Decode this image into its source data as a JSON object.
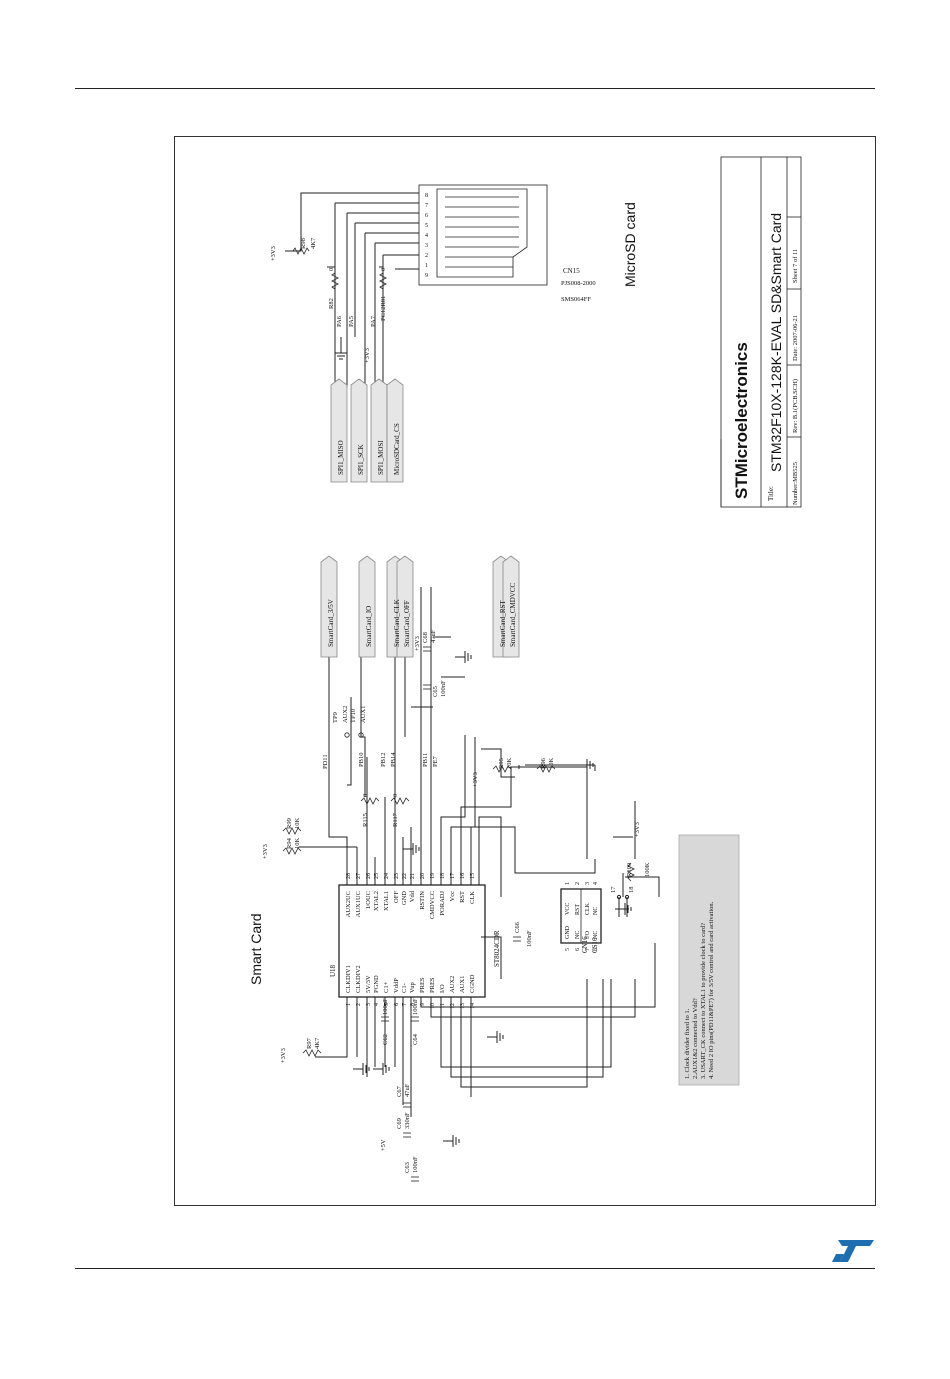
{
  "title_block": {
    "company": "STMicroelectronics",
    "title_label": "Title:",
    "title": "STM32F10X-128K-EVAL SD&Smart Card",
    "number": "Number:MB525",
    "rev": "Rev: B.1(PCB.SCH)",
    "date": "Date: 2007-06-21",
    "sheet": "Sheet 7   of   11"
  },
  "sections": {
    "smart_card": "Smart Card",
    "microsd": "MicroSD card"
  },
  "microsd": {
    "connector_ref": "CN15",
    "connector_part": "PJS008-2000",
    "connector_part2": "SMS064FF",
    "pins": [
      "8",
      "7",
      "6",
      "5",
      "4",
      "3",
      "2",
      "1",
      "9"
    ],
    "pullup_net": "+3V3",
    "pullup_ref": "R98",
    "pullup_val": "4K7",
    "r82_ref": "R82",
    "r82_val": "0",
    "r81_ref": "PC12R81",
    "r81_val": "0",
    "nets": [
      "PA6",
      "PA5",
      "+3V3",
      "PA7"
    ],
    "ports": [
      "SPI1_MISO",
      "SPI1_SCK",
      "SPI1_MOSI",
      "MicroSDCard_CS"
    ]
  },
  "smart_card": {
    "ic_ref": "U18",
    "ic_part": "ST8024CDR",
    "left_pins": [
      {
        "num": "1",
        "name": "CLKDIV1"
      },
      {
        "num": "2",
        "name": "CLKDIV2"
      },
      {
        "num": "3",
        "name": "5V/3V"
      },
      {
        "num": "4",
        "name": "PGND"
      },
      {
        "num": "5",
        "name": "C1+"
      },
      {
        "num": "6",
        "name": "VddP"
      },
      {
        "num": "7",
        "name": "C1-"
      },
      {
        "num": "8",
        "name": "Vup"
      },
      {
        "num": "9",
        "name": "PRES"
      },
      {
        "num": "10",
        "name": "PRES"
      },
      {
        "num": "11",
        "name": "I/O"
      },
      {
        "num": "12",
        "name": "AUX2"
      },
      {
        "num": "13",
        "name": "AUX1"
      },
      {
        "num": "14",
        "name": "CGND"
      }
    ],
    "right_pins": [
      {
        "num": "28",
        "name": "AUX2UC"
      },
      {
        "num": "27",
        "name": "AUX1UC"
      },
      {
        "num": "26",
        "name": "I/OUC"
      },
      {
        "num": "25",
        "name": "XTAL2"
      },
      {
        "num": "24",
        "name": "XTAL1"
      },
      {
        "num": "23",
        "name": "OFF"
      },
      {
        "num": "22",
        "name": "GND"
      },
      {
        "num": "21",
        "name": "Vdd"
      },
      {
        "num": "20",
        "name": "RSTIN"
      },
      {
        "num": "19",
        "name": "CMDVCC"
      },
      {
        "num": "18",
        "name": "PORADJ"
      },
      {
        "num": "17",
        "name": "Vcc"
      },
      {
        "num": "16",
        "name": "RST"
      },
      {
        "num": "15",
        "name": "CLK"
      }
    ],
    "ports": [
      "SmartCard_3/5V",
      "SmartCard_IO",
      "SmartCard_CLK",
      "SmartCard_OFF",
      "SmartCard_RST",
      "SmartCard_CMDVCC"
    ],
    "nets": [
      "PD11",
      "PB10",
      "PB12",
      "PB14",
      "PB11",
      "PE7"
    ],
    "testpoints": [
      {
        "ref": "TP9",
        "name": "AUX2"
      },
      {
        "ref": "TP10",
        "name": "AUX1"
      }
    ],
    "resistors": [
      {
        "ref": "R94",
        "val": "10K"
      },
      {
        "ref": "R99",
        "val": "10K"
      },
      {
        "ref": "R97",
        "val": "4K7"
      },
      {
        "ref": "R115",
        "val": "0"
      },
      {
        "ref": "R117",
        "val": "0"
      },
      {
        "ref": "R95",
        "val": "10K"
      },
      {
        "ref": "R96",
        "val": "10K"
      },
      {
        "ref": "R100",
        "val": "100K"
      }
    ],
    "caps": [
      {
        "ref": "C62",
        "val": "100nF"
      },
      {
        "ref": "C64",
        "val": "100nF"
      },
      {
        "ref": "C67",
        "val": "47uF"
      },
      {
        "ref": "C69",
        "val": "330nF"
      },
      {
        "ref": "C63",
        "val": "100nF"
      },
      {
        "ref": "C65",
        "val": "100nF"
      },
      {
        "ref": "C68",
        "val": "47uF"
      },
      {
        "ref": "C66",
        "val": "100nF"
      }
    ],
    "supplies": [
      "+3V3",
      "+3V3",
      "+5V",
      "+3V3",
      "+3V3",
      "+3V3"
    ],
    "card_ref": "CN16",
    "card_part": "CS16",
    "card_left": [
      "GND",
      "NC",
      "I/O",
      "NC"
    ],
    "card_right": [
      "VCC",
      "RST",
      "CLK",
      "NC"
    ],
    "card_pins_left": [
      "5",
      "6",
      "7",
      "8"
    ],
    "card_pins_right": [
      "1",
      "2",
      "3",
      "4"
    ],
    "switch_pins": [
      "17",
      "18"
    ]
  },
  "notes": [
    "1. Clock divider fixed to 1.",
    "2.AUX1&2 connected to Vdd?",
    "3. USART_CK connect to XTAL1 to provide clock to card?",
    "4. Need 2 IO pins(PD11&PE7) for 3/5V control and card activation."
  ]
}
